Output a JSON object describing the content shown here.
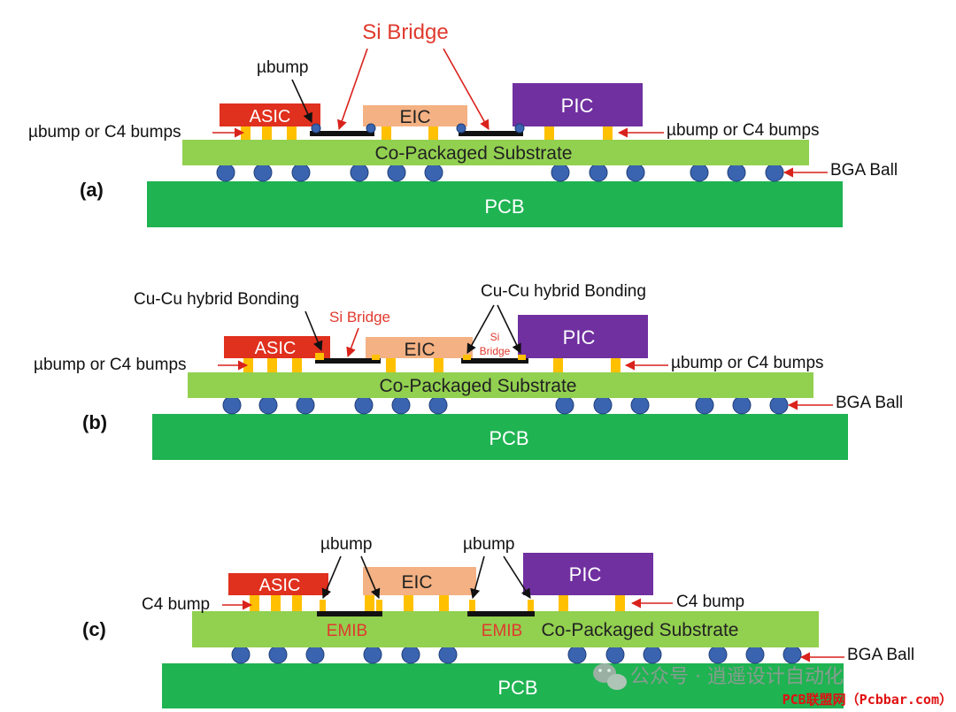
{
  "colors": {
    "pcb": "#1fb352",
    "substrate": "#92d050",
    "asic": "#e0301e",
    "eic": "#f4b183",
    "pic": "#7030a0",
    "bump": "#ffc000",
    "ball": "#3a64b0",
    "bridge": "#111111",
    "arrow_red": "#d9221c",
    "callout_red": "#e03a2e",
    "dark": "#111111",
    "watermark": "#9a9a9a",
    "footer_red": "#e01010"
  },
  "labels": {
    "asic": "ASIC",
    "eic": "EIC",
    "pic": "PIC",
    "substrate": "Co-Packaged Substrate",
    "pcb": "PCB",
    "bga": "BGA Ball",
    "ubump_or_c4": "µbump or C4 bumps",
    "ubump": "µbump",
    "c4_bump": "C4 bump",
    "si_bridge": "Si Bridge",
    "si": "Si",
    "bridge": "Bridge",
    "cu_hybrid": "Cu-Cu hybrid Bonding",
    "emib": "EMIB"
  },
  "panels": [
    "(a)",
    "(b)",
    "(c)"
  ],
  "watermark": "公众号 · 逍遥设计自动化",
  "footer": "PCB联盟网（Pcbbar.com）"
}
